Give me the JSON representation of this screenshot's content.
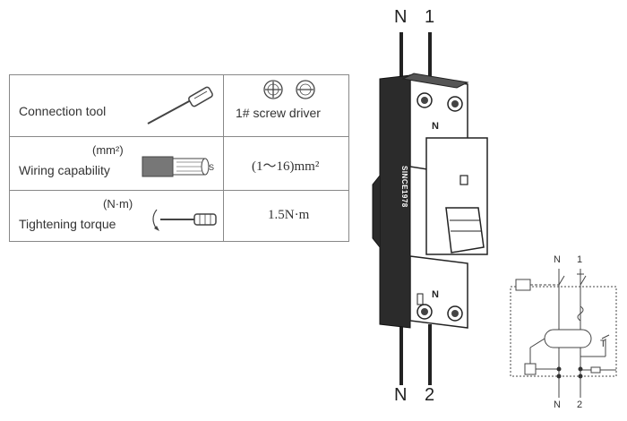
{
  "table": {
    "rows": [
      {
        "label": "Connection tool",
        "unit": "",
        "value": "1# screw driver"
      },
      {
        "label": "Wiring capability",
        "unit": "(mm²)",
        "value": "(1～16)mm²"
      },
      {
        "label": "Tightening torque",
        "unit": "(N·m)",
        "value": "1.5N·m"
      }
    ],
    "wire_strip_label": "S"
  },
  "breaker": {
    "top_terminals": [
      "N",
      "1"
    ],
    "bottom_terminals": [
      "N",
      "2"
    ],
    "face_top_label": "N",
    "face_bottom_label": "N",
    "brand": "SINCE1978"
  },
  "schematic": {
    "top_labels": [
      "N",
      "1"
    ],
    "bottom_labels": [
      "N",
      "2"
    ],
    "test_label": "T"
  }
}
